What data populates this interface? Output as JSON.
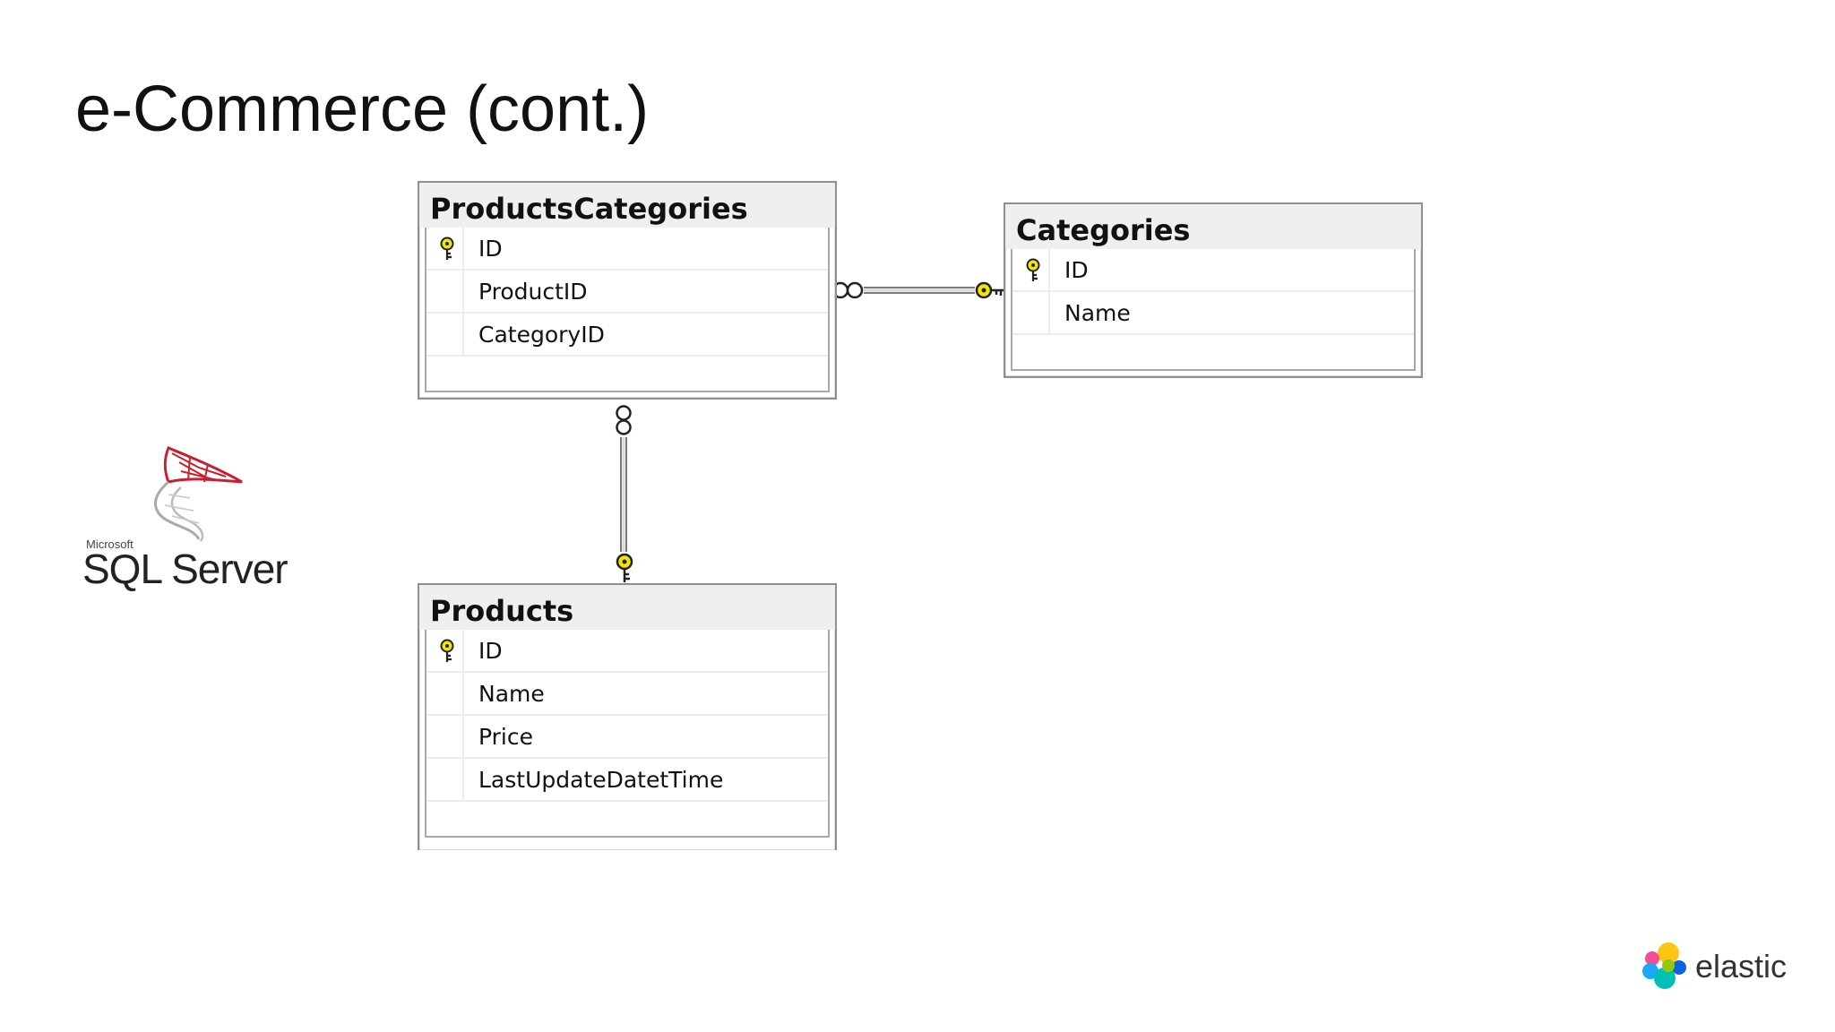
{
  "slide": {
    "title": "e-Commerce (cont.)"
  },
  "tables": {
    "products_categories": {
      "name": "ProductsCategories",
      "columns": [
        {
          "label": "ID",
          "primary_key": true
        },
        {
          "label": "ProductID",
          "primary_key": false
        },
        {
          "label": "CategoryID",
          "primary_key": false
        }
      ]
    },
    "categories": {
      "name": "Categories",
      "columns": [
        {
          "label": "ID",
          "primary_key": true
        },
        {
          "label": "Name",
          "primary_key": false
        }
      ]
    },
    "products": {
      "name": "Products",
      "columns": [
        {
          "label": "ID",
          "primary_key": true
        },
        {
          "label": "Name",
          "primary_key": false
        },
        {
          "label": "Price",
          "primary_key": false
        },
        {
          "label": "LastUpdateDatetTime",
          "primary_key": false
        }
      ]
    }
  },
  "relationships": [
    {
      "from": "ProductsCategories",
      "from_end": "many",
      "to": "Categories",
      "to_end": "one"
    },
    {
      "from": "ProductsCategories",
      "from_end": "many",
      "to": "Products",
      "to_end": "one"
    }
  ],
  "logos": {
    "sql_server": {
      "brand": "Microsoft",
      "product": "SQL Server"
    },
    "elastic": {
      "text": "elastic"
    }
  },
  "colors": {
    "key_icon": "#f2e600",
    "table_header": "#efefef",
    "table_border": "#8f8f8f",
    "connector_line": "#9a9a9a"
  }
}
